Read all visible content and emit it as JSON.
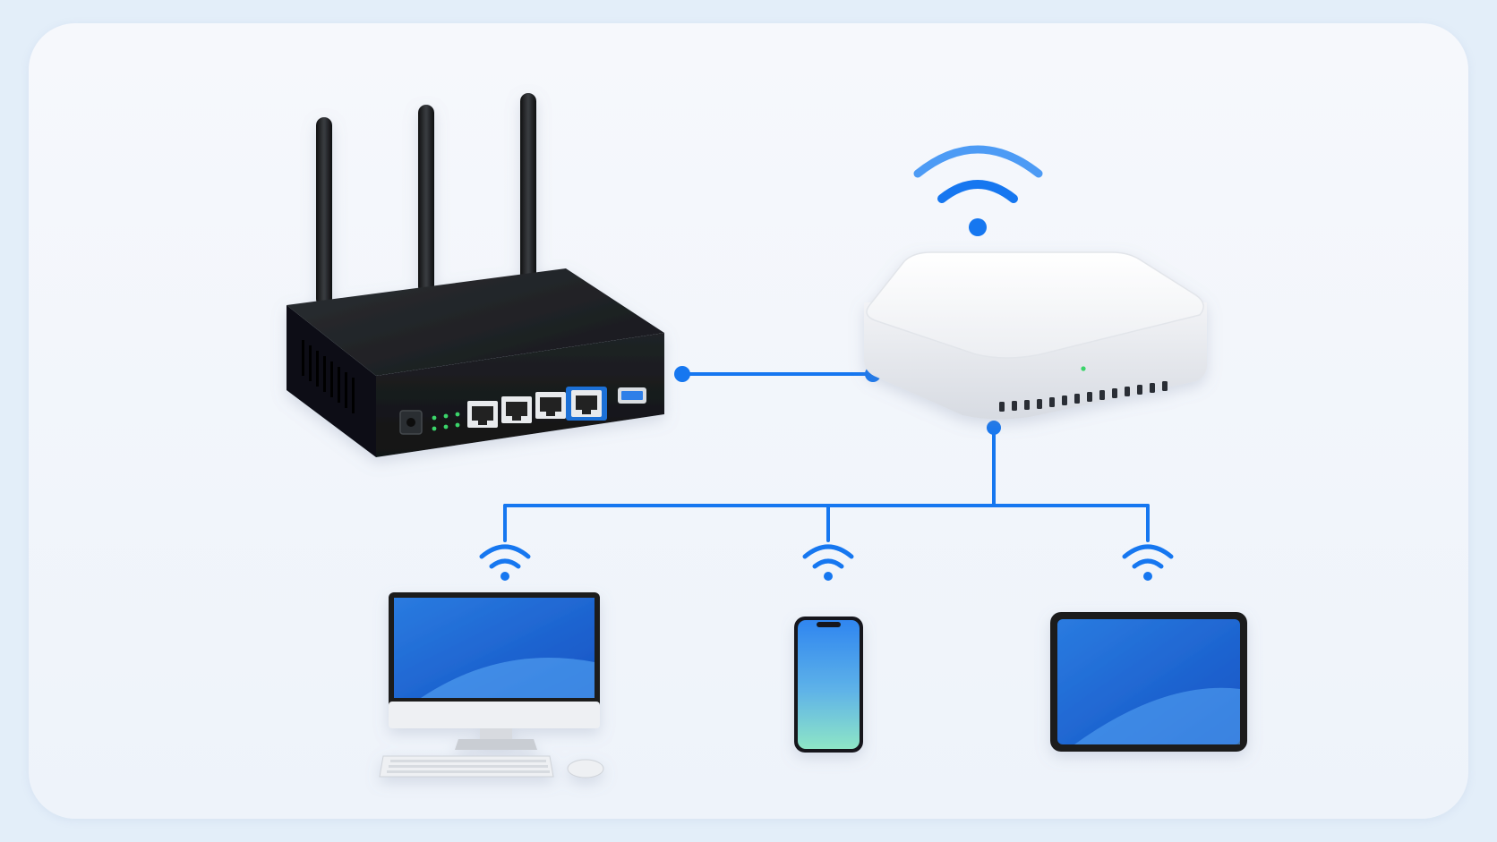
{
  "diagram": {
    "colors": {
      "background": "#e3eef9",
      "card": "#f3f6fb",
      "link": "#1677f0",
      "wifi": "#1677f0",
      "router_body": "#1b1d20",
      "access_point_body": "#f7f8fa",
      "screen_blue": "#1f73dc",
      "status_led": "#3ad46a"
    },
    "nodes": [
      {
        "id": "router",
        "kind": "router",
        "icon": "router-icon",
        "antennas": 3,
        "ethernet_ports": 4,
        "usb_ports": 1
      },
      {
        "id": "access-point",
        "kind": "wireless access point",
        "icon": "access-point-icon",
        "broadcast_icon": "wifi-icon"
      },
      {
        "id": "desktop",
        "kind": "desktop computer",
        "icon": "desktop-computer-icon",
        "signal_icon": "wifi-icon"
      },
      {
        "id": "phone",
        "kind": "smartphone",
        "icon": "smartphone-icon",
        "signal_icon": "wifi-icon"
      },
      {
        "id": "tablet",
        "kind": "tablet",
        "icon": "tablet-icon",
        "signal_icon": "wifi-icon"
      }
    ],
    "links": [
      {
        "from": "router",
        "to": "access-point",
        "style": "wired"
      },
      {
        "from": "access-point",
        "to": "desktop",
        "style": "branch"
      },
      {
        "from": "access-point",
        "to": "phone",
        "style": "branch"
      },
      {
        "from": "access-point",
        "to": "tablet",
        "style": "branch"
      }
    ]
  }
}
